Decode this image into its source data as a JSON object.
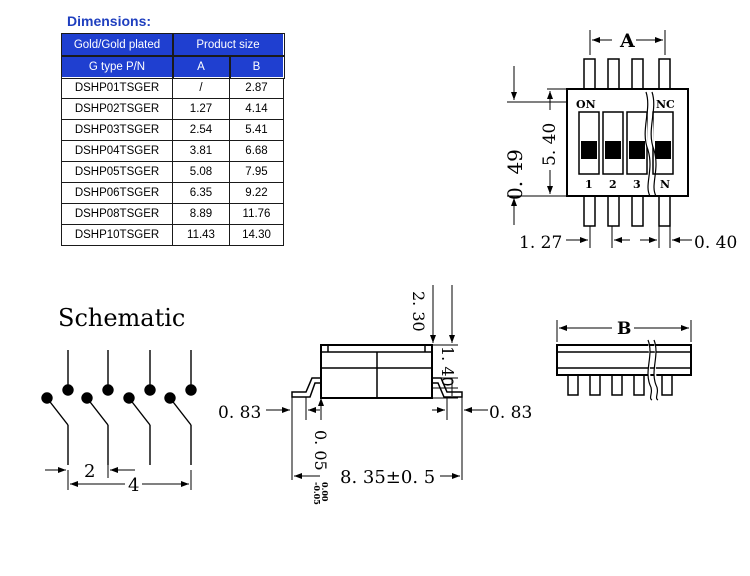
{
  "dimensions_title": "Dimensions:",
  "table": {
    "header_pn_line1": "Gold/Gold plated",
    "header_pn_line2": "G type P/N",
    "header_size": "Product size",
    "col_a": "A",
    "col_b": "B",
    "rows": [
      {
        "pn": "DSHP01TSGER",
        "a": "/",
        "b": "2.87"
      },
      {
        "pn": "DSHP02TSGER",
        "a": "1.27",
        "b": "4.14"
      },
      {
        "pn": "DSHP03TSGER",
        "a": "2.54",
        "b": "5.41"
      },
      {
        "pn": "DSHP04TSGER",
        "a": "3.81",
        "b": "6.68"
      },
      {
        "pn": "DSHP05TSGER",
        "a": "5.08",
        "b": "7.95"
      },
      {
        "pn": "DSHP06TSGER",
        "a": "6.35",
        "b": "9.22"
      },
      {
        "pn": "DSHP08TSGER",
        "a": "8.89",
        "b": "11.76"
      },
      {
        "pn": "DSHP10TSGER",
        "a": "11.43",
        "b": "14.30"
      }
    ]
  },
  "top_view": {
    "dim_a": "A",
    "label_on": "ON",
    "label_nc": "NC",
    "switch_numbers": [
      "1",
      "2",
      "3"
    ],
    "label_n": "N",
    "dim_049": "0. 49",
    "dim_540": "5. 40",
    "dim_127": "1. 27",
    "dim_040": "0. 40"
  },
  "schematic": {
    "title": "Schematic",
    "dim_2": "2",
    "dim_4": "4"
  },
  "side_view": {
    "dim_140": "1. 40",
    "dim_230": "2. 30",
    "dim_083_left": "0. 83",
    "dim_083_right": "0. 83",
    "dim_005": "0. 05",
    "tol_plus": "0.00",
    "tol_minus": "-0.05",
    "dim_835": "8. 35±0. 5"
  },
  "end_view": {
    "dim_b": "B"
  }
}
